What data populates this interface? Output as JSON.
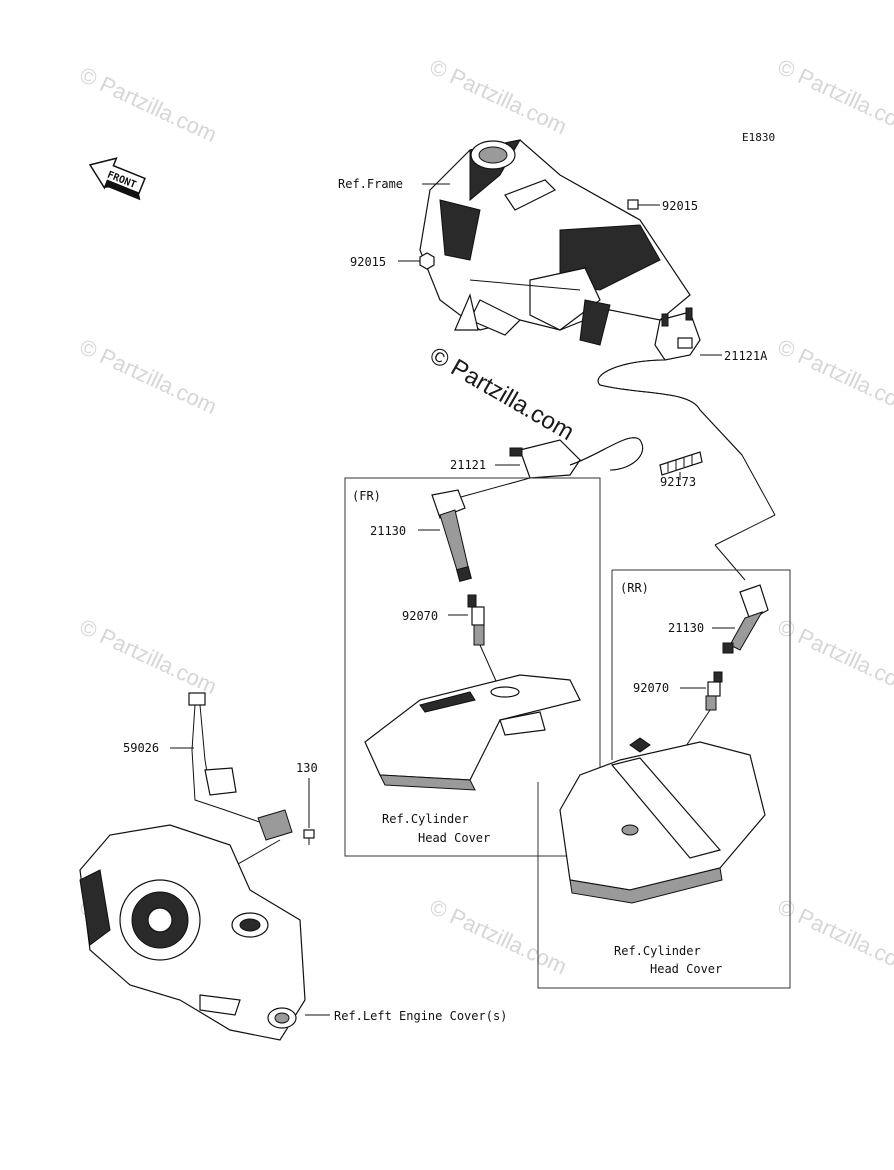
{
  "diagram_code": "E1830",
  "front_arrow": {
    "label": "FRONT",
    "icon": "front-direction-arrow-icon"
  },
  "watermark": {
    "text": "© Partzilla.com",
    "center_text": "© Partzilla.com"
  },
  "groups": {
    "fr": {
      "label": "(FR)"
    },
    "rr": {
      "label": "(RR)"
    }
  },
  "callouts": {
    "ref_frame": "Ref.Frame",
    "p92015_top": "92015",
    "p92015_left": "92015",
    "p21121a": "21121A",
    "p21121": "21121",
    "p92173": "92173",
    "p21130_fr": "21130",
    "p92070_fr": "92070",
    "ref_cyl_fr_1": "Ref.Cylinder",
    "ref_cyl_fr_2": "Head Cover",
    "p21130_rr": "21130",
    "p92070_rr": "92070",
    "ref_cyl_rr_1": "Ref.Cylinder",
    "ref_cyl_rr_2": "Head Cover",
    "p59026": "59026",
    "p130": "130",
    "ref_left_engine": "Ref.Left Engine Cover(s)"
  }
}
